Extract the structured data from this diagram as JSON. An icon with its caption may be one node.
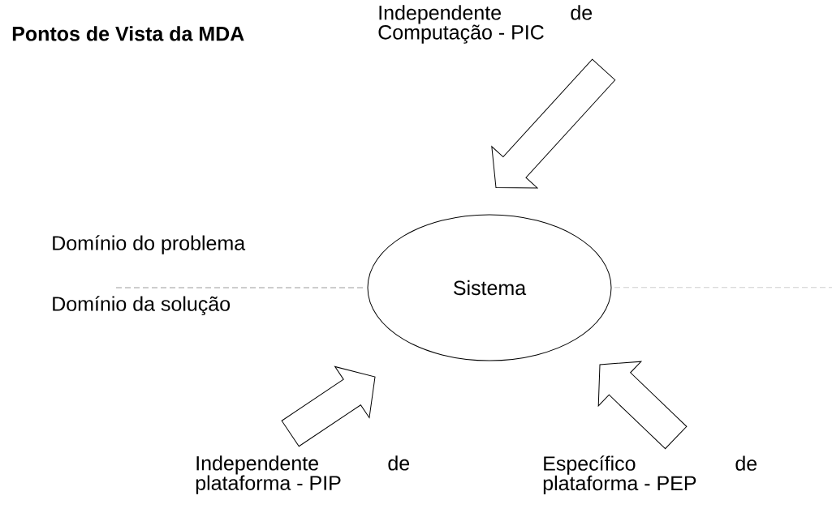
{
  "diagram": {
    "title": "Pontos de Vista da MDA",
    "nodes": [
      {
        "text": [
          "Independente de Computação - PIC"
        ]
      },
      {
        "text": [
          "Sistema"
        ]
      },
      {
        "text": [
          "Independente de plataforma - PIP"
        ]
      },
      {
        "text": [
          "Específico de plataforma - PEP"
        ]
      }
    ],
    "edges": [
      {
        "from": 0,
        "to": 1,
        "arrow": "to"
      },
      {
        "from": 2,
        "to": 1,
        "arrow": "to"
      },
      {
        "from": 3,
        "to": 1,
        "arrow": "to"
      }
    ],
    "labels": [
      "Domínio do problema",
      "Domínio da solução"
    ]
  }
}
